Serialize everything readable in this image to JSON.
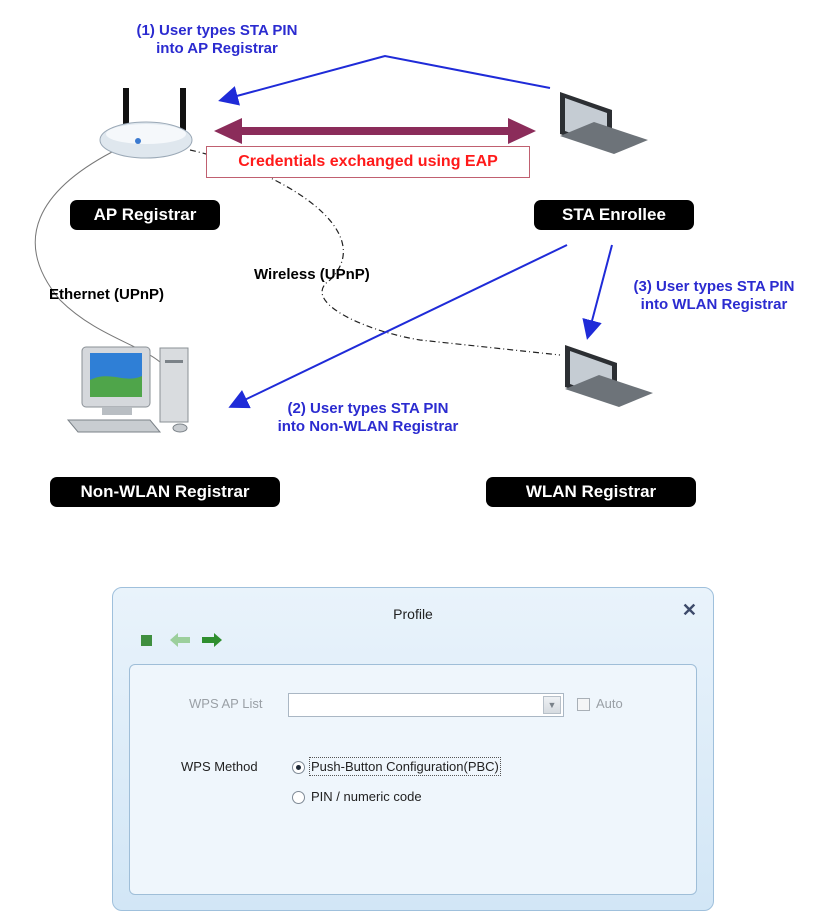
{
  "diagram": {
    "captions": {
      "step1": "(1) User types STA PIN\ninto AP Registrar",
      "step2": "(2) User types STA PIN\ninto Non-WLAN Registrar",
      "step3": "(3) User types STA PIN\ninto WLAN Registrar"
    },
    "credentials": "Credentials exchanged using EAP",
    "nodes": {
      "ap": "AP Registrar",
      "sta": "STA Enrollee",
      "nonwlan": "Non-WLAN Registrar",
      "wlan": "WLAN Registrar"
    },
    "links": {
      "ethernet": "Ethernet (UPnP)",
      "wireless": "Wireless (UPnP)"
    },
    "colors": {
      "caption": "#2b2bd0",
      "arrow": "#1f2bd8",
      "exchange": "#8b2c5a",
      "credentials": "#ff1a1a"
    }
  },
  "dialog": {
    "title": "Profile",
    "close_icon": "close-icon",
    "toolbar": [
      "stop-icon",
      "back-arrow-icon",
      "forward-arrow-icon"
    ],
    "wps_ap_list_label": "WPS AP List",
    "wps_ap_list_value": "",
    "auto_label": "Auto",
    "wps_method_label": "WPS Method",
    "methods": [
      "Push-Button Configuration(PBC)",
      "PIN / numeric code"
    ],
    "selected_method": "Push-Button Configuration(PBC)"
  }
}
